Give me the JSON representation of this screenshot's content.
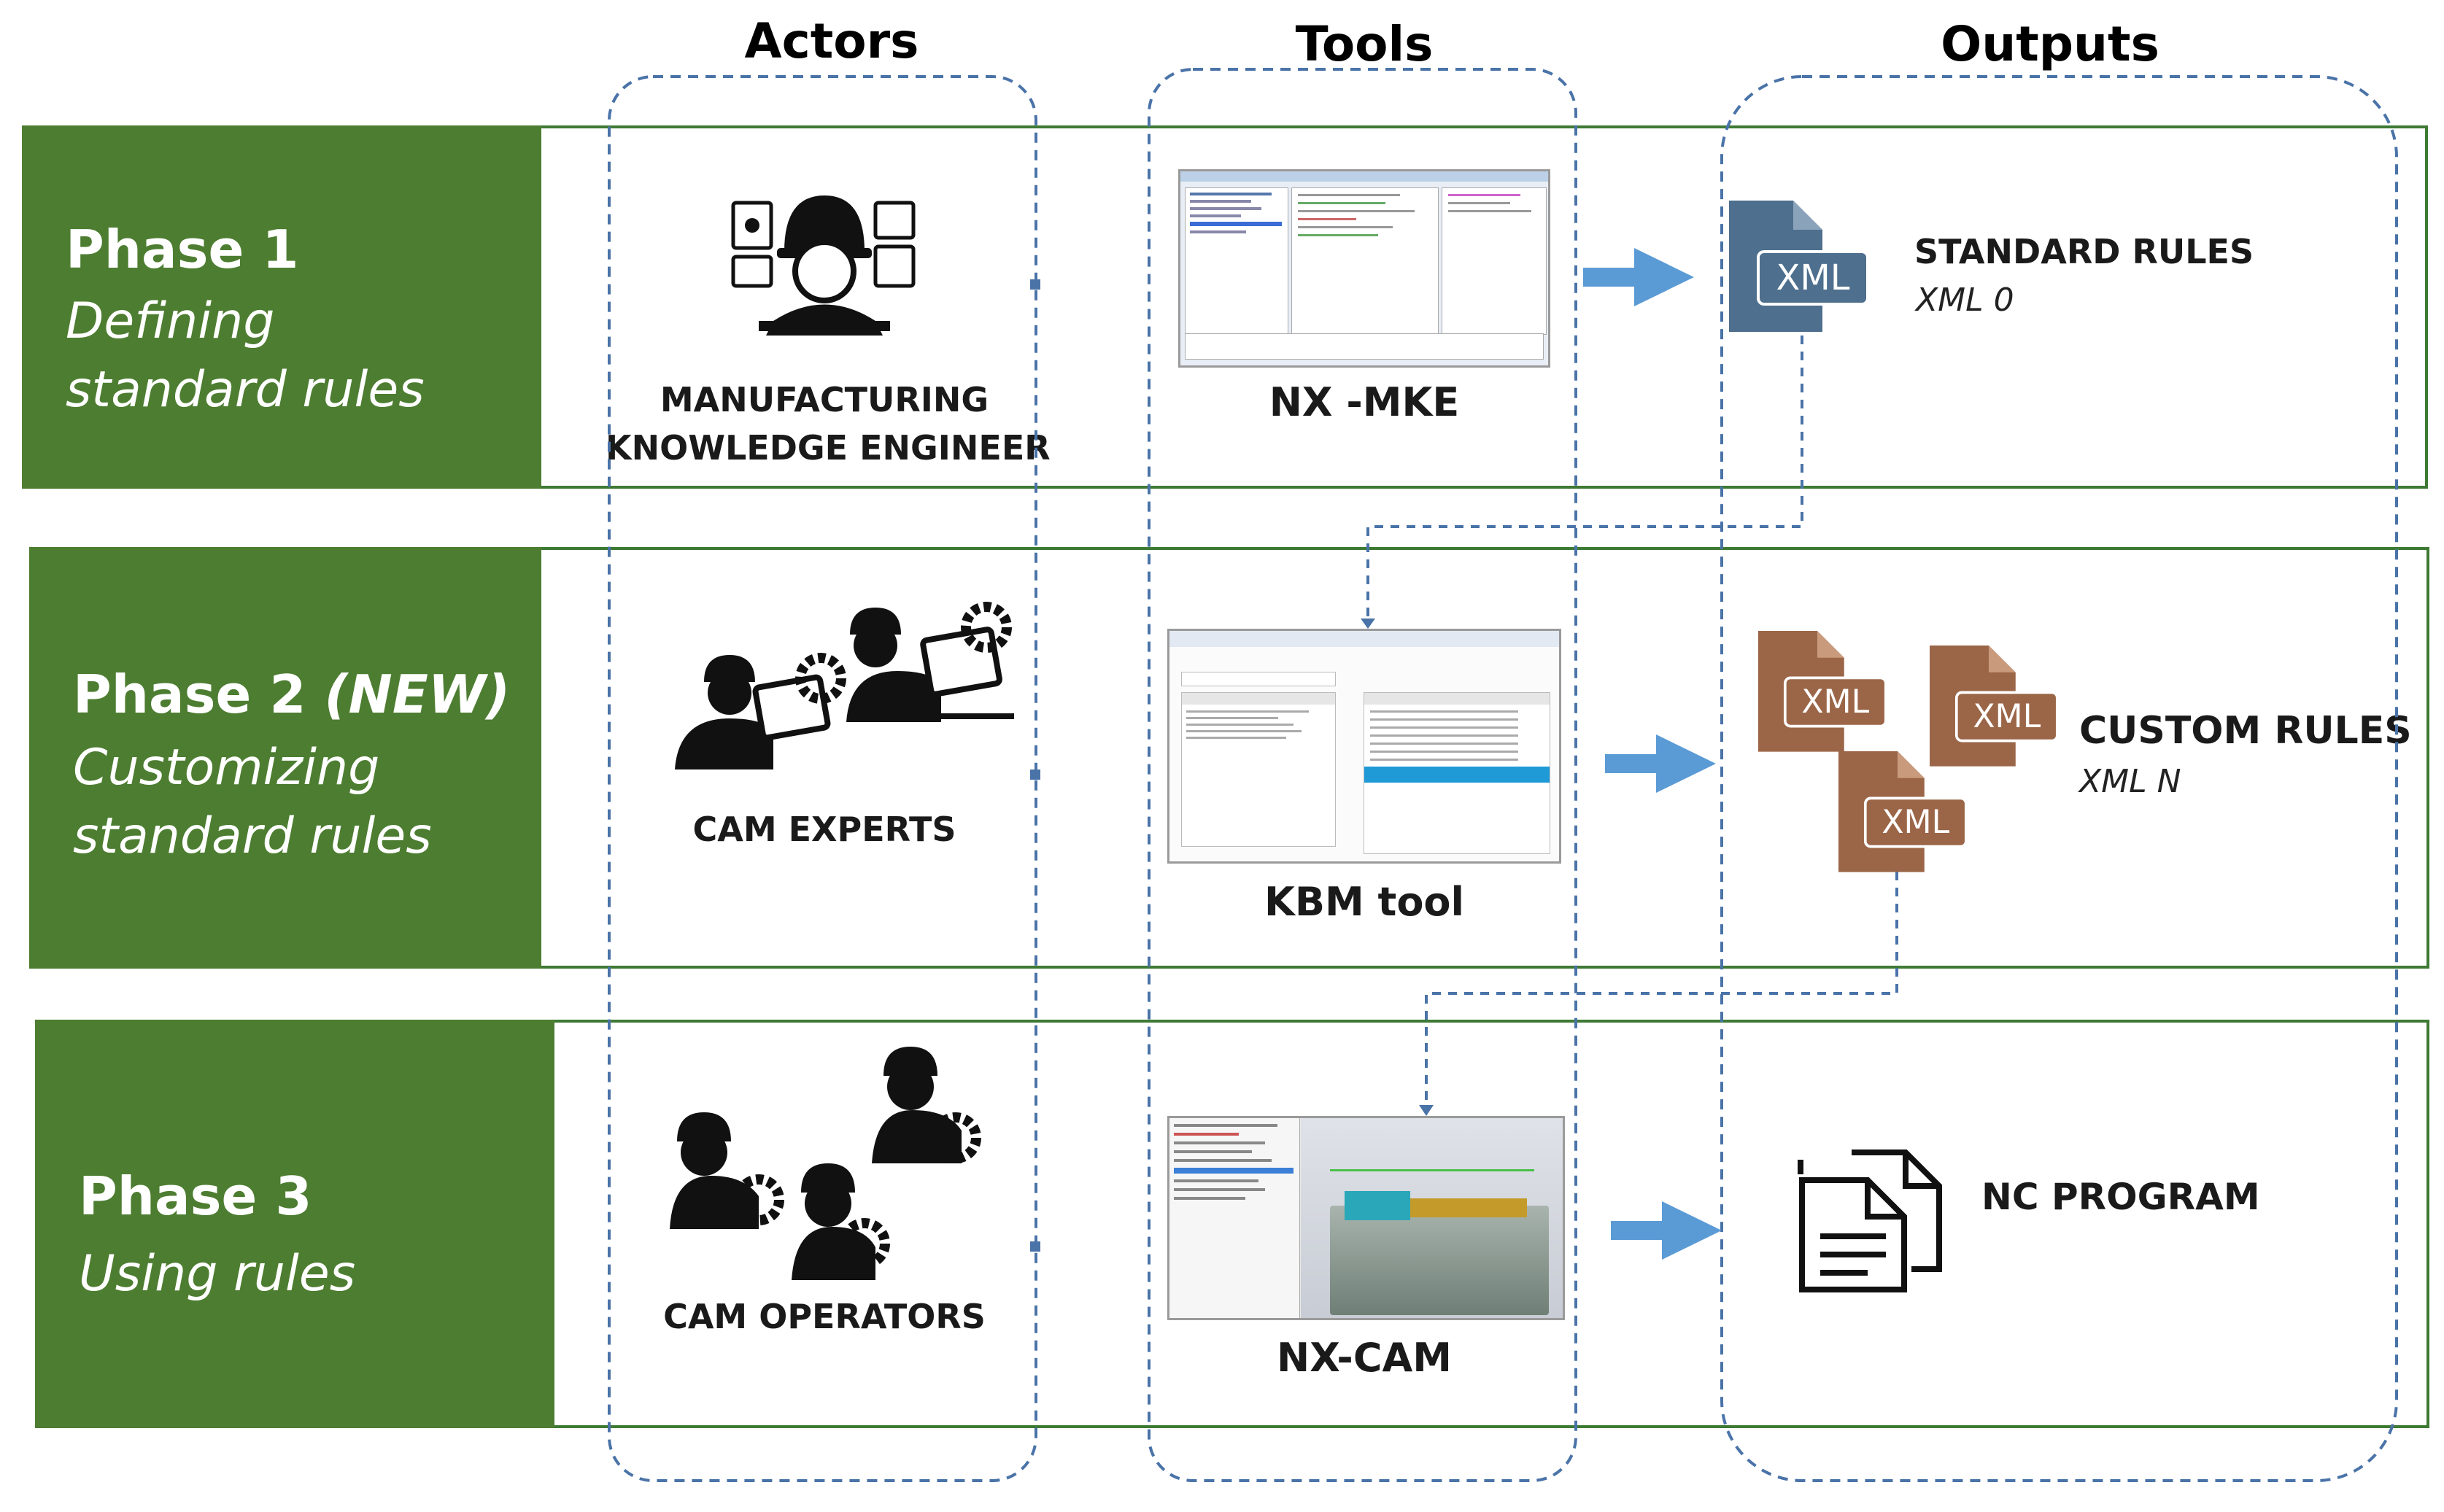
{
  "headers": {
    "actors": "Actors",
    "tools": "Tools",
    "outputs": "Outputs"
  },
  "phases": [
    {
      "title": "Phase 1",
      "title_em": "",
      "subtitle_1": "Defining",
      "subtitle_2": "standard rules",
      "actor_1": "MANUFACTURING",
      "actor_2": "KNOWLEDGE ENGINEER",
      "tool": "NX -MKE",
      "output": "STANDARD RULES",
      "output_sub": "XML 0"
    },
    {
      "title": "Phase 2",
      "title_em": "(NEW)",
      "subtitle_1": "Customizing",
      "subtitle_2": "standard rules",
      "actor_1": "CAM EXPERTS",
      "actor_2": "",
      "tool": "KBM tool",
      "output": "CUSTOM RULES",
      "output_sub": "XML N"
    },
    {
      "title": "Phase 3",
      "title_em": "",
      "subtitle_1": "Using rules",
      "subtitle_2": "",
      "actor_1": "CAM OPERATORS",
      "actor_2": "",
      "tool": "NX-CAM",
      "output": "NC PROGRAM",
      "output_sub": ""
    }
  ],
  "icons": {
    "xml_text": "XML",
    "xml_blue": "#4e6f8d",
    "xml_brown": "#9b6648"
  },
  "colors": {
    "phase_green": "#4d7d31",
    "row_border": "#3e7a34",
    "dashed_blue": "#4a73a8",
    "arrow_blue": "#5b9bd5"
  }
}
